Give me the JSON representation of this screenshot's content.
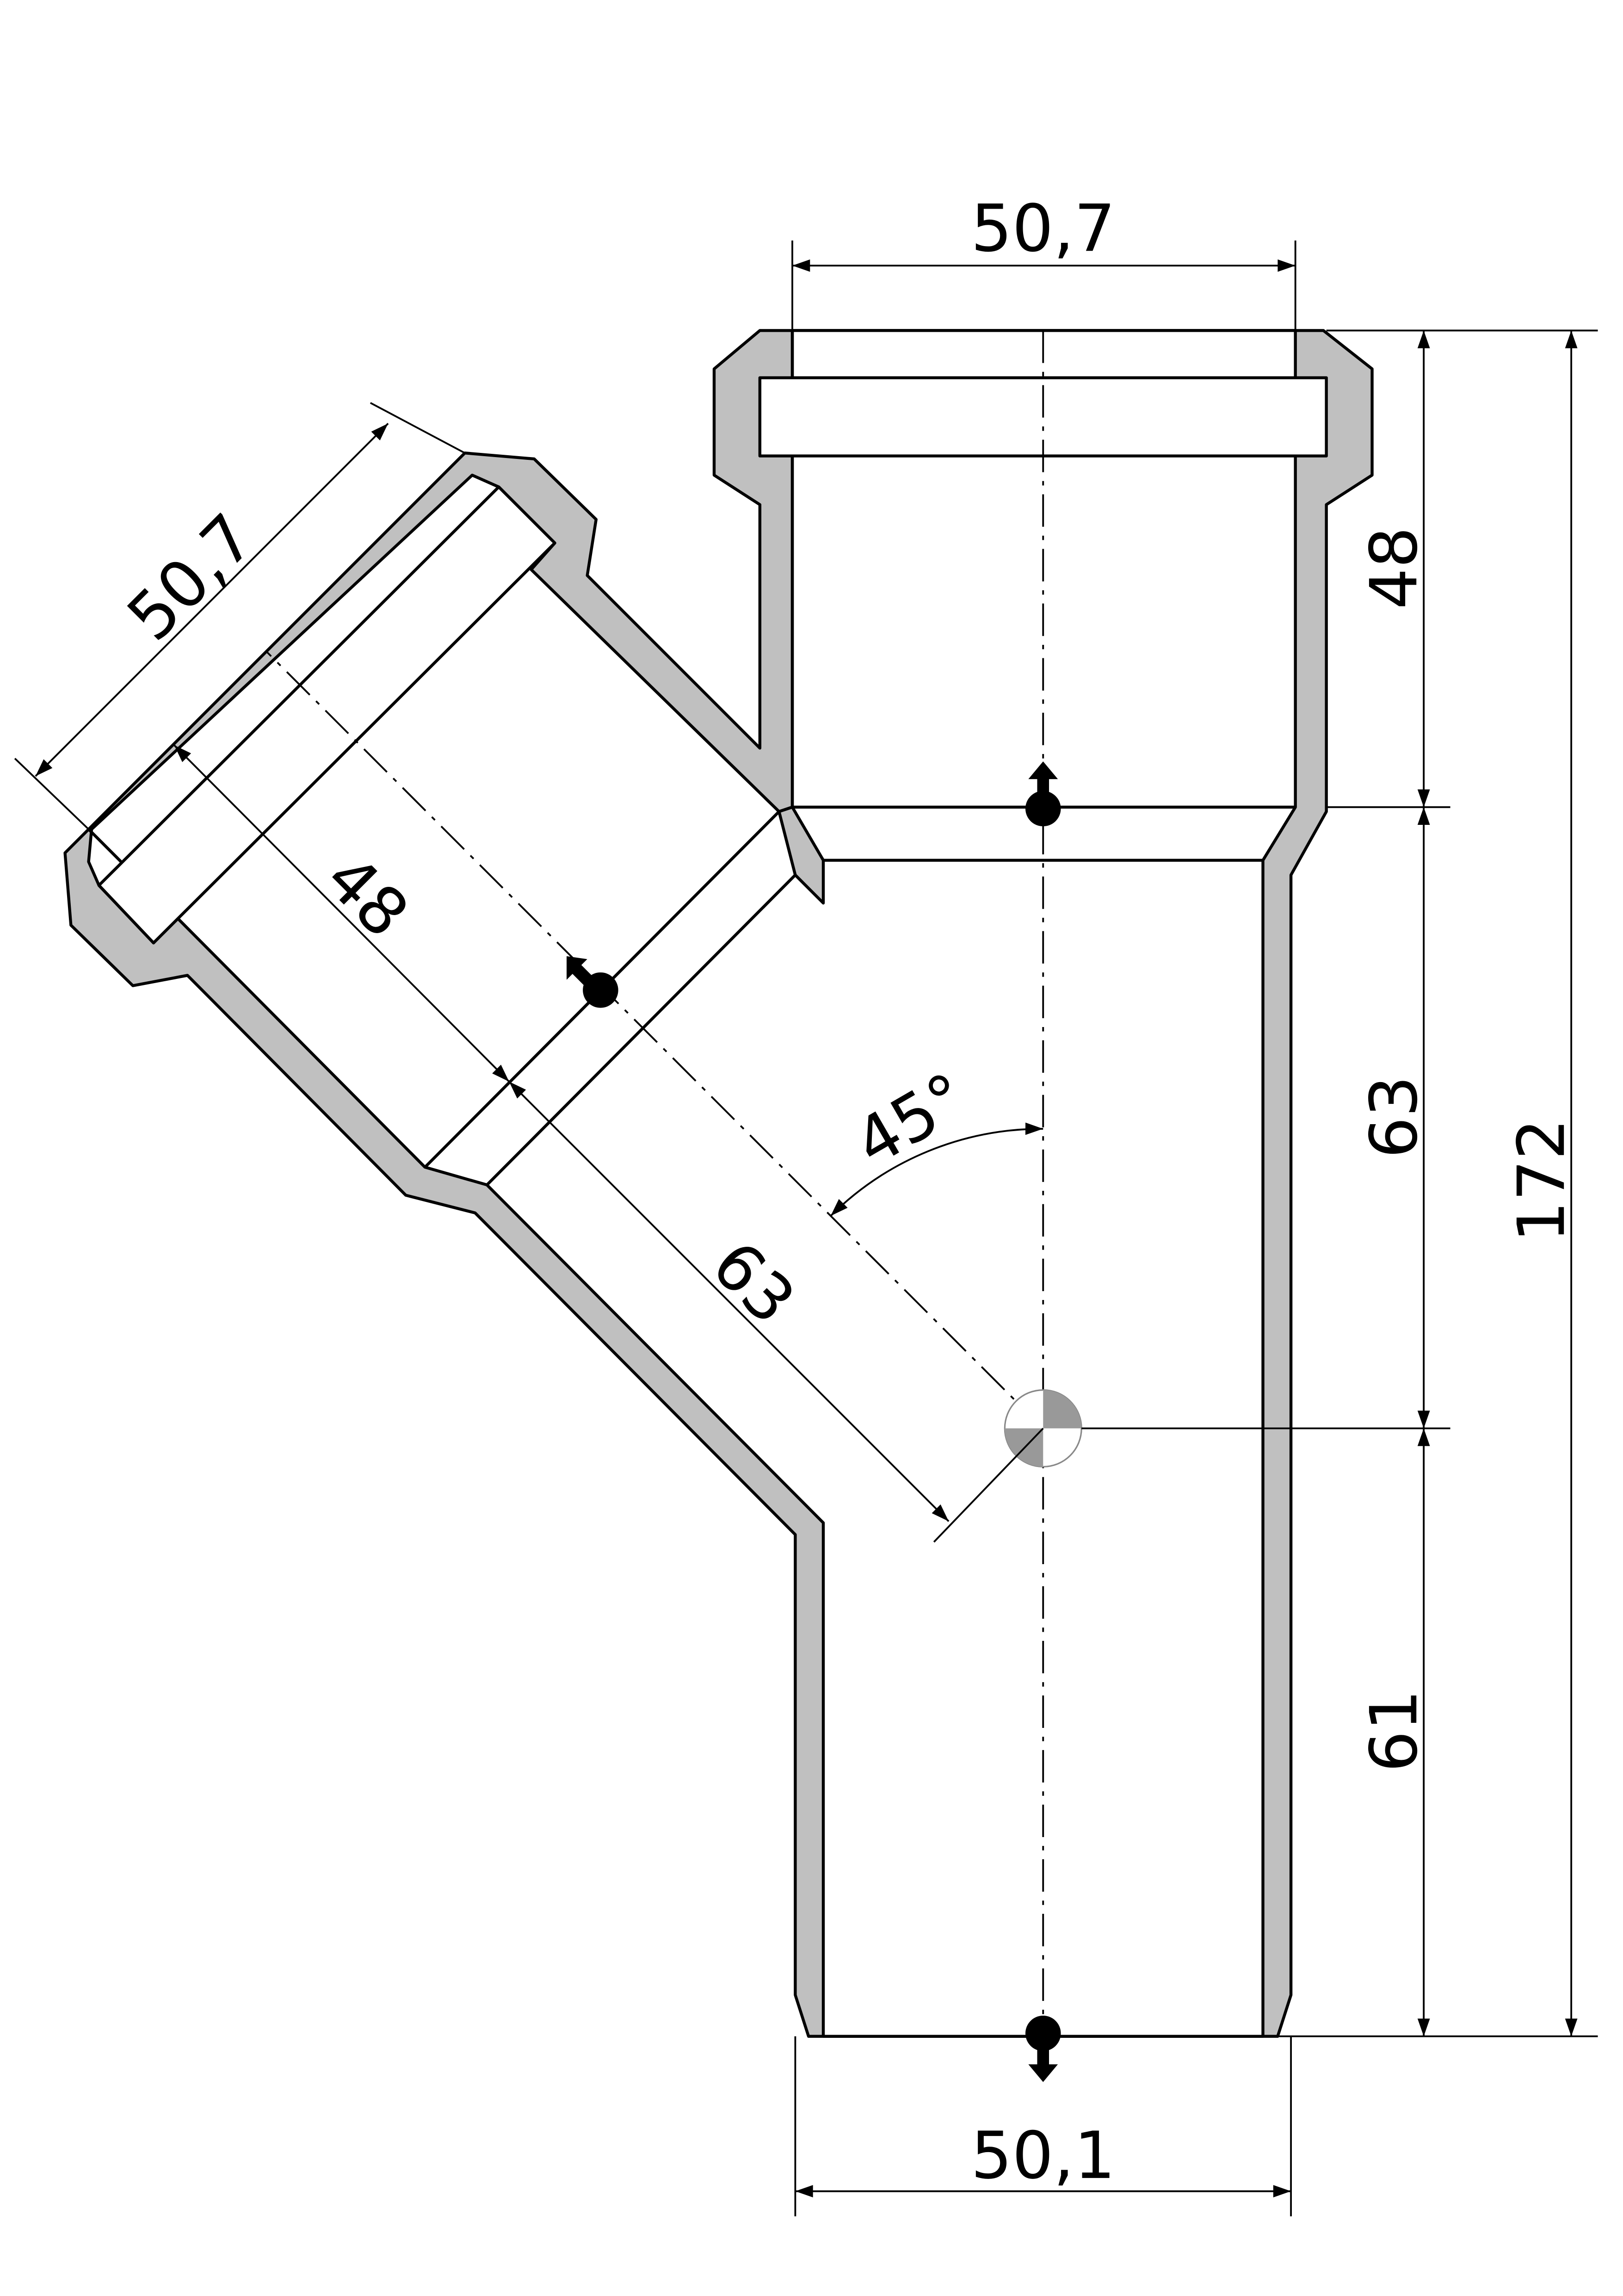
{
  "drawing": {
    "title": "45° pipe branch fitting",
    "dimensions": {
      "top_socket_diameter": "50,7",
      "bottom_spigot_diameter": "50,1",
      "branch_socket_diameter": "50,7",
      "socket_depth_main": "48",
      "middle_length_main": "63",
      "lower_length_main": "61",
      "overall_length": "172",
      "branch_socket_depth": "48",
      "branch_length": "63",
      "branch_angle": "45°"
    },
    "colors": {
      "wall": "#c0c0c0",
      "line": "#000000",
      "center_mark": "#999999"
    }
  }
}
